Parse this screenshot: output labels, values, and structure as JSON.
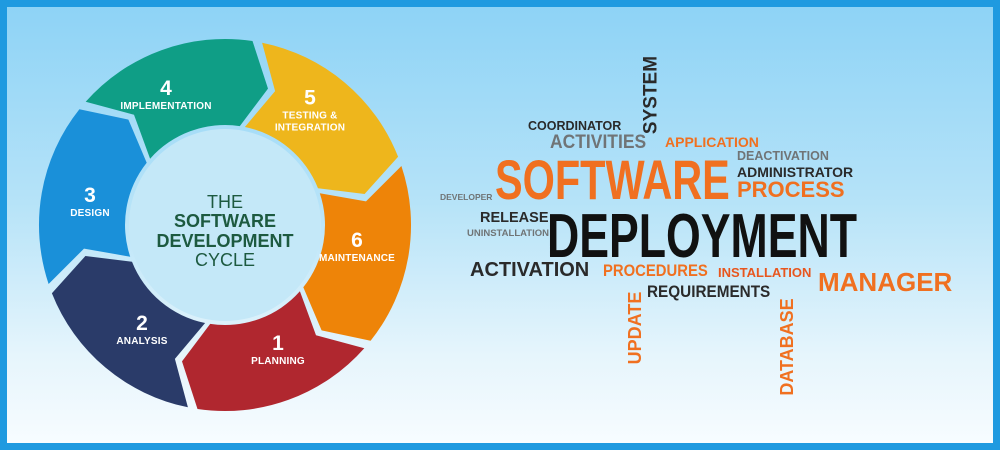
{
  "center": {
    "line1": "THE",
    "line2": "SOFTWARE",
    "line3": "DEVELOPMENT",
    "line4": "CYCLE"
  },
  "segments": [
    {
      "number": "1",
      "label": "PLANNING",
      "color": "#b0272f"
    },
    {
      "number": "2",
      "label": "ANALYSIS",
      "color": "#2a3b69"
    },
    {
      "number": "3",
      "label": "DESIGN",
      "color": "#1a90d9"
    },
    {
      "number": "4",
      "label": "IMPLEMENTATION",
      "color": "#0f9e86"
    },
    {
      "number": "5",
      "label": "TESTING &",
      "label2": "INTEGRATION",
      "color": "#eeb61c"
    },
    {
      "number": "6",
      "label": "MAINTENANCE",
      "color": "#ee8408"
    }
  ],
  "word_cloud": {
    "system": "SYSTEM",
    "coordinator": "COORDINATOR",
    "activities": "ACTIVITIES",
    "application": "APPLICATION",
    "software": "SOFTWARE",
    "deactivation": "DEACTIVATION",
    "administrator": "ADMINISTRATOR",
    "process": "PROCESS",
    "developer": "DEVELOPER",
    "release": "RELEASE",
    "uninstallation": "UNINSTALLATION",
    "deployment": "DEPLOYMENT",
    "activation": "ACTIVATION",
    "procedures": "PROCEDURES",
    "installation": "INSTALLATION",
    "manager": "MANAGER",
    "requirements": "REQUIREMENTS",
    "update": "UPDATE",
    "database": "DATABASE"
  }
}
